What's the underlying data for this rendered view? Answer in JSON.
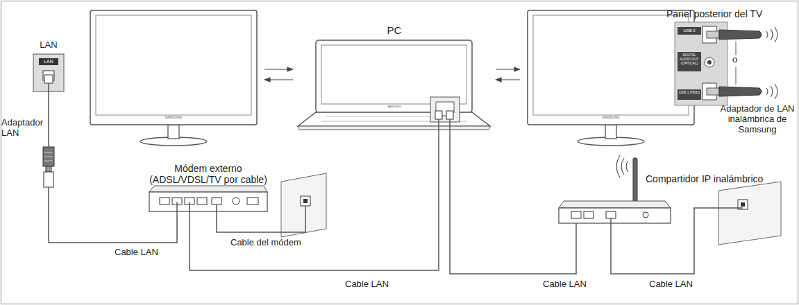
{
  "diagram": {
    "nodes": [
      {
        "text": [
          "SAMSUNG"
        ]
      },
      {
        "text": [
          "PC",
          "SAMSUNG"
        ]
      },
      {
        "text": [
          "SAMSUNG"
        ]
      },
      {
        "text": [
          "Panel posterior del TV",
          "USB 2",
          "DIGITAL AUDIO OUT (OPTICAL)",
          "USB 1 (HDD)"
        ]
      },
      {
        "text": [
          "LAN",
          "LAN"
        ]
      },
      {
        "text": [
          "Adaptador LAN"
        ]
      },
      {
        "text": [
          "Módem externo (ADSL/VDSL/TV por cable)"
        ]
      },
      {
        "text": [
          "Compartidor IP inalámbrico"
        ]
      },
      {
        "text": [
          "Adaptador de LAN inalámbrica de Samsung"
        ]
      }
    ],
    "edges": [
      {
        "from": 0,
        "to": 1,
        "arrow": "to"
      },
      {
        "from": 1,
        "to": 0,
        "arrow": "to"
      },
      {
        "from": 1,
        "to": 2,
        "arrow": "to"
      },
      {
        "from": 2,
        "to": 1,
        "arrow": "to"
      },
      {
        "from": 4,
        "to": 5,
        "arrow": "none"
      },
      {
        "from": 5,
        "to": 6,
        "arrow": "none",
        "label": "Cable LAN"
      },
      {
        "from": 6,
        "to": 1,
        "arrow": "none",
        "label": "Cable LAN"
      },
      {
        "from": 1,
        "to": 7,
        "arrow": "none",
        "label": "Cable LAN"
      }
    ],
    "labels": [
      "Cable del módem",
      "Cable LAN",
      "o"
    ]
  }
}
